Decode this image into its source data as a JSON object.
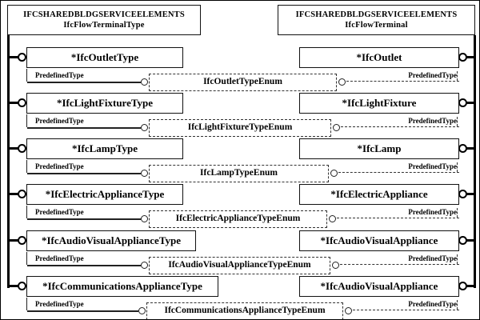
{
  "diagram": {
    "header_left": {
      "line1": "IFCSHAREDBLDGSERVICEELEMENTS",
      "line2": "IfcFlowTerminalType"
    },
    "header_right": {
      "line1": "IFCSHAREDBLDGSERVICEELEMENTS",
      "line2": "IfcFlowTerminal"
    },
    "attribute_label": "PredefinedType",
    "rows": [
      {
        "left": "*IfcOutletType",
        "enum": "IfcOutletTypeEnum",
        "right": "*IfcOutlet"
      },
      {
        "left": "*IfcLightFixtureType",
        "enum": "IfcLightFixtureTypeEnum",
        "right": "*IfcLightFixture"
      },
      {
        "left": "*IfcLampType",
        "enum": "IfcLampTypeEnum",
        "right": "*IfcLamp"
      },
      {
        "left": "*IfcElectricApplianceType",
        "enum": "IfcElectricApplianceTypeEnum",
        "right": "*IfcElectricAppliance"
      },
      {
        "left": "*IfcAudioVisualApplianceType",
        "enum": "IfcAudioVisualApplianceTypeEnum",
        "right": "*IfcAudioVisualAppliance"
      },
      {
        "left": "*IfcCommunicationsApplianceType",
        "enum": "IfcCommunicationsApplianceTypeEnum",
        "right": "*IfcAudioVisualAppliance"
      }
    ],
    "colors": {
      "line": "#000000",
      "background": "#ffffff"
    }
  }
}
